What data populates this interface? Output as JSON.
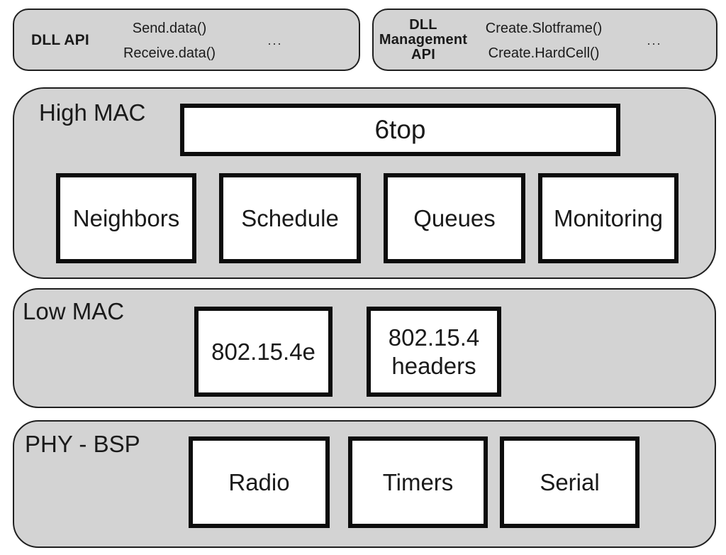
{
  "colors": {
    "page_bg": "#ffffff",
    "panel_bg": "#d3d3d3",
    "panel_border": "#1f1f1f",
    "box_bg": "#ffffff",
    "box_border": "#0d0d0d",
    "text": "#1a1a1a"
  },
  "api_panels": [
    {
      "title": "DLL API",
      "functions": [
        "Send.data()",
        "Receive.data()"
      ],
      "ellipsis": "..."
    },
    {
      "title": "DLL\nManagement\nAPI",
      "functions": [
        "Create.Slotframe()",
        "Create.HardCell()"
      ],
      "ellipsis": "..."
    }
  ],
  "layers": [
    {
      "label": "High MAC",
      "wide_box": "6top",
      "boxes": [
        "Neighbors",
        "Schedule",
        "Queues",
        "Monitoring"
      ]
    },
    {
      "label": "Low MAC",
      "boxes": [
        "802.15.4e",
        "802.15.4\nheaders"
      ]
    },
    {
      "label": "PHY - BSP",
      "boxes": [
        "Radio",
        "Timers",
        "Serial"
      ]
    }
  ]
}
